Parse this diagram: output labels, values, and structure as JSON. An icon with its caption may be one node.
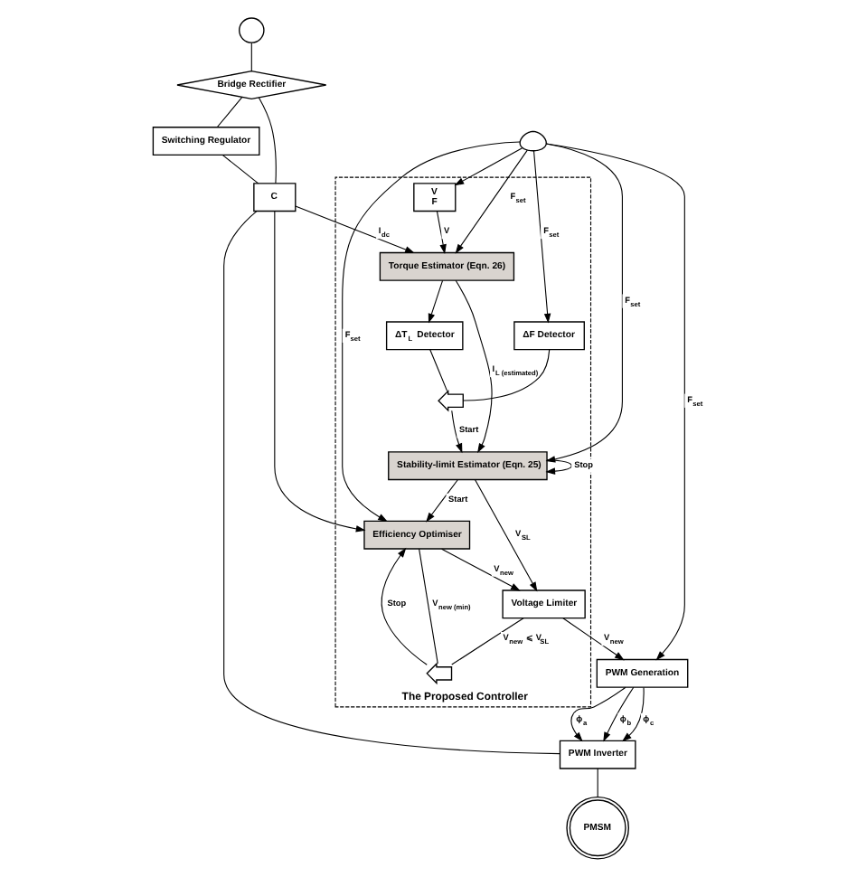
{
  "diagram": {
    "nodes": [
      {
        "text": [],
        "shape": "circle"
      },
      {
        "text": [
          "Bridge Rectifier"
        ]
      },
      {
        "text": [
          "Switching Regulator"
        ]
      },
      {
        "text": [
          "C"
        ]
      },
      {
        "text": [
          "PWM Inverter"
        ]
      },
      {
        "text": [
          "PMSM"
        ]
      },
      {
        "text": [
          "PWM Generation"
        ]
      },
      {
        "text": [
          "The Proposed Controller"
        ]
      },
      {
        "text": [
          "V",
          "F"
        ],
        "in": 7
      },
      {
        "text": [
          "ΔF Detector"
        ],
        "in": 7
      },
      {
        "text": [
          "ΔT$_{L}$ Detector"
        ],
        "in": 7
      },
      {
        "text": [],
        "shape": "gate",
        "in": 7
      },
      {
        "text": [
          "Torque Estimator (Eqn. 26)"
        ],
        "in": 7
      },
      {
        "text": [
          "Stability-limit Estimator (Eqn. 25)"
        ],
        "in": 7
      },
      {
        "text": [
          "Efficiency Optimiser"
        ],
        "in": 7
      },
      {
        "text": [],
        "shape": "gate",
        "in": 7
      },
      {
        "text": [
          "Voltage Limiter"
        ],
        "in": 7
      },
      {
        "text": [],
        "shape": "person"
      }
    ],
    "edges": [
      {
        "from": 0,
        "to": 1,
        "arrow": "none"
      },
      {
        "from": 1,
        "to": 2,
        "arrow": "none"
      },
      {
        "from": 2,
        "to": 3,
        "arrow": "none"
      },
      {
        "from": 1,
        "to": 3,
        "arrow": "none"
      },
      {
        "from": 3,
        "to": 4,
        "arrow": "none"
      },
      {
        "from": 4,
        "to": 5,
        "arrow": "none"
      },
      {
        "from": 6,
        "to": 4,
        "arrow": "to",
        "label": "ϕ$_{a}$"
      },
      {
        "from": 6,
        "to": 4,
        "arrow": "to",
        "label": "ϕ$_{b}$"
      },
      {
        "from": 6,
        "to": 4,
        "arrow": "to",
        "label": "ϕ$_{c}$"
      },
      {
        "from": 17,
        "to": 6,
        "arrow": "to",
        "label": "F$_{set}$"
      },
      {
        "from": 17,
        "to": 8,
        "arrow": "to"
      },
      {
        "from": 17,
        "to": 9,
        "arrow": "to",
        "label": "F$_{set}$"
      },
      {
        "from": 3,
        "to": 12,
        "arrow": "to",
        "label": "I$_{dc}$"
      },
      {
        "from": 3,
        "to": 14,
        "arrow": "to"
      },
      {
        "from": 17,
        "to": 12,
        "arrow": "to",
        "label": "F$_{set}$"
      },
      {
        "from": 8,
        "to": 12,
        "arrow": "to",
        "label": "V"
      },
      {
        "from": 12,
        "to": 10,
        "arrow": "to"
      },
      {
        "from": 12,
        "to": 13,
        "arrow": "to",
        "label": "I$_{L (estimated)}$"
      },
      {
        "from": 9,
        "to": 11,
        "arrow": "none"
      },
      {
        "from": 10,
        "to": 11,
        "arrow": "none"
      },
      {
        "from": 11,
        "to": 13,
        "arrow": "to",
        "label": "Start"
      },
      {
        "from": 17,
        "to": 13,
        "arrow": "to",
        "label": "F$_{set}$"
      },
      {
        "from": 13,
        "to": 13,
        "arrow": "to",
        "label": "Stop"
      },
      {
        "from": 13,
        "to": 14,
        "arrow": "to",
        "label": "Start"
      },
      {
        "from": 17,
        "to": 14,
        "arrow": "to",
        "label": "F$_{set}$"
      },
      {
        "from": 15,
        "to": 14,
        "arrow": "to",
        "label": "Stop"
      },
      {
        "from": 14,
        "to": 16,
        "arrow": "to",
        "label": "V$_{new}$"
      },
      {
        "from": 13,
        "to": 16,
        "arrow": "to",
        "label": "V$_{SL}$"
      },
      {
        "from": 14,
        "to": 15,
        "arrow": "none",
        "label": "V$_{new (min)}$"
      },
      {
        "from": 16,
        "to": 15,
        "arrow": "none",
        "label": "V$_{new}$ ⩽ V$_{SL}$"
      },
      {
        "from": 16,
        "to": 6,
        "arrow": "to",
        "label": "V$_{new}$"
      }
    ]
  }
}
